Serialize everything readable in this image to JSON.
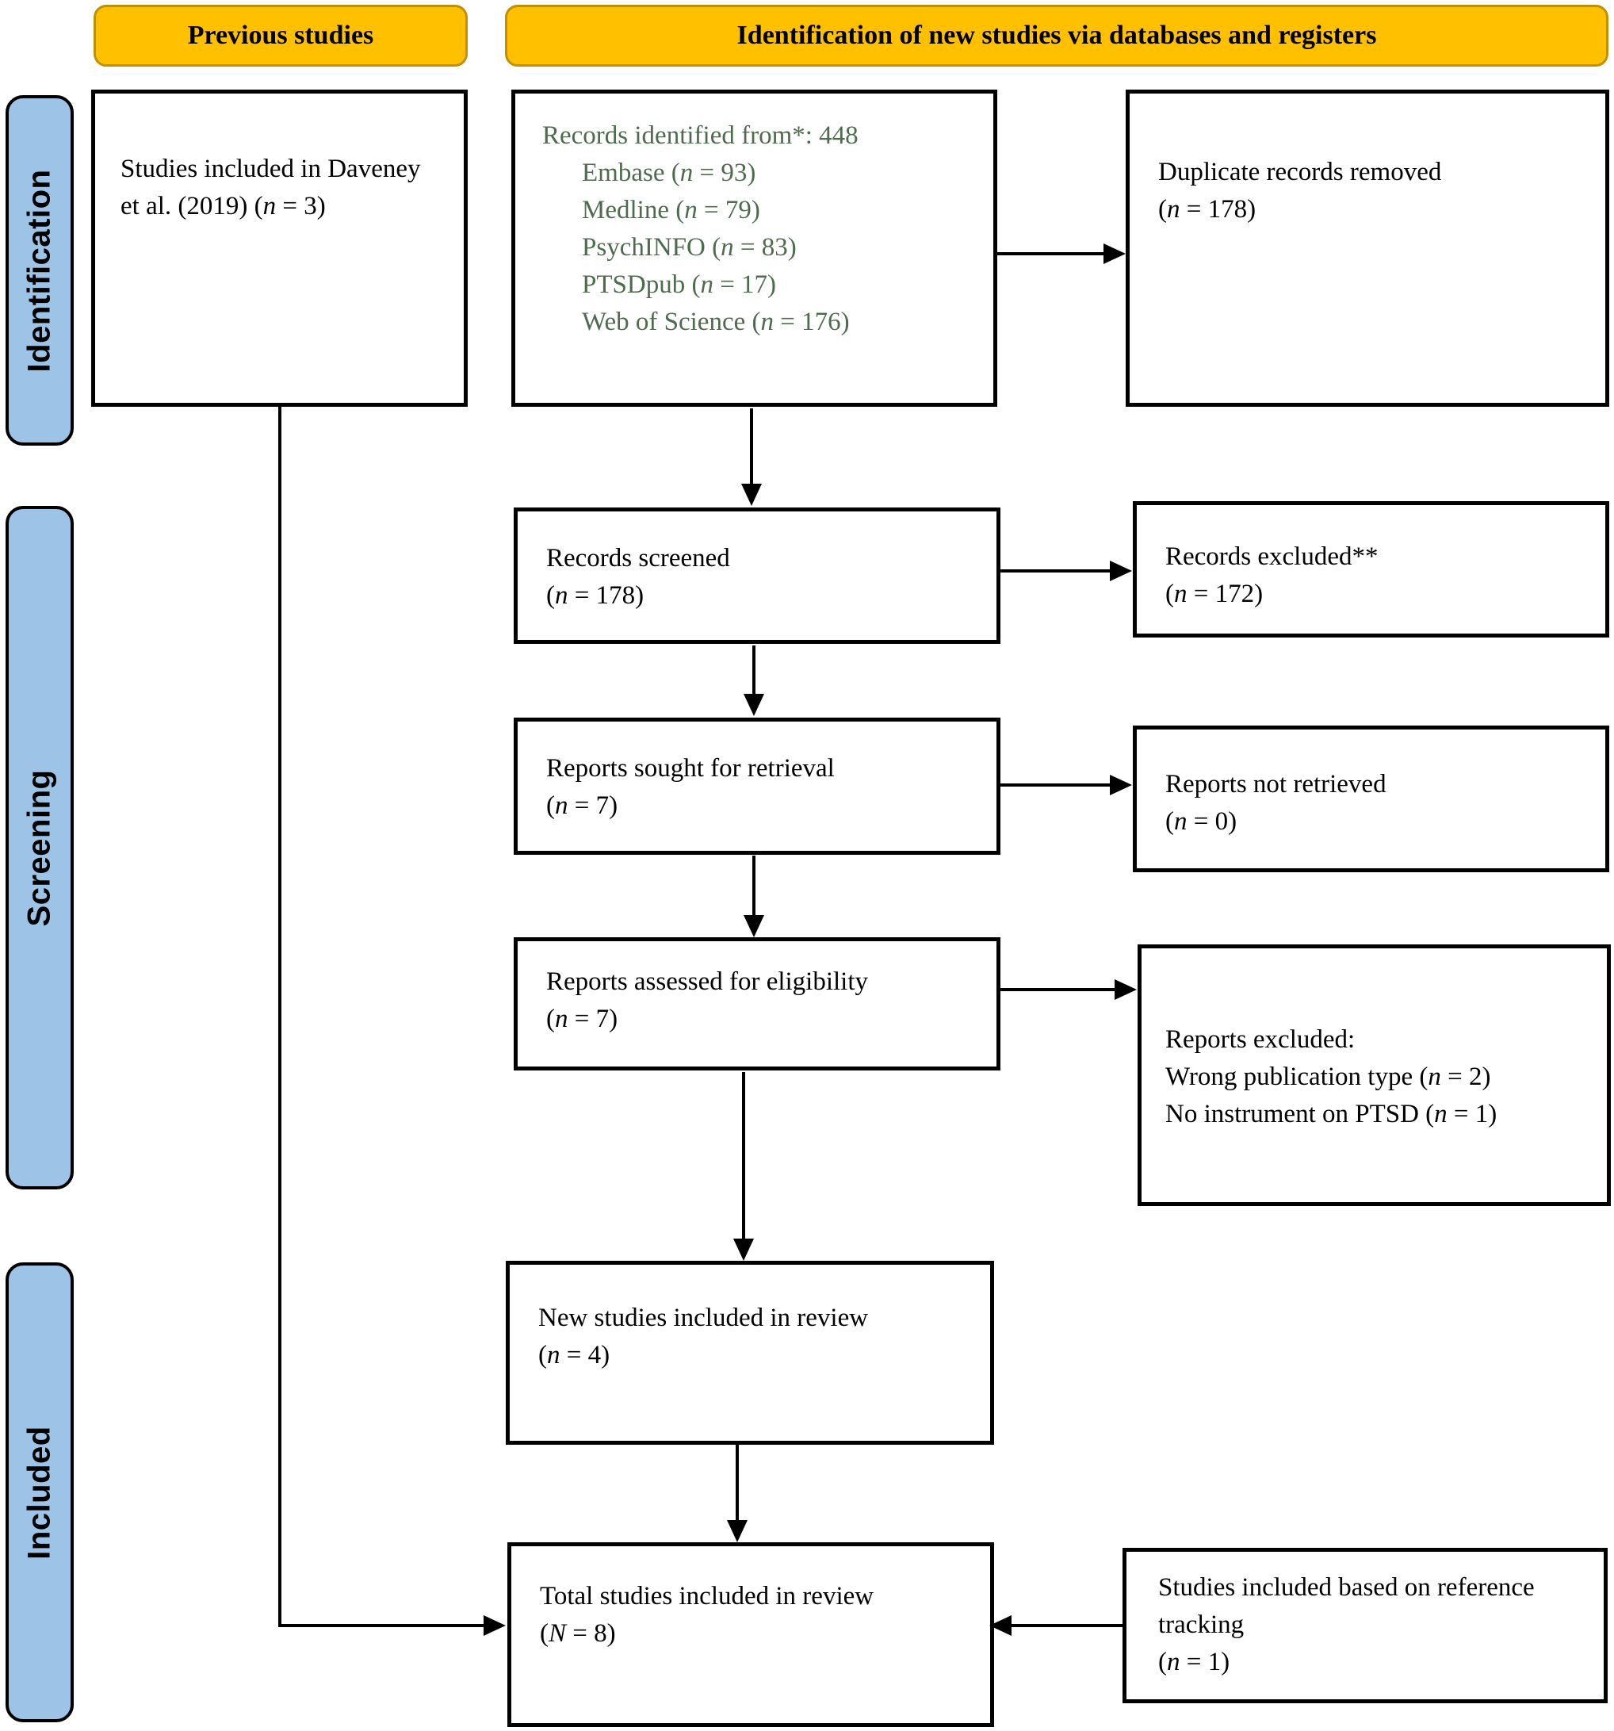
{
  "palette": {
    "header_fill": "#FFC000",
    "header_border": "#BF9000",
    "stage_fill": "#9DC3E6",
    "box_border": "#000000",
    "identified_text_green": "#4E6B4E",
    "background": "#FFFFFF"
  },
  "headers": {
    "previous": "Previous studies",
    "new_studies": "Identification of new studies via databases and registers"
  },
  "stages": [
    {
      "label": "Identification"
    },
    {
      "label": "Screening"
    },
    {
      "label": "Included"
    }
  ],
  "boxes": {
    "previous_studies": {
      "text": "Studies included in Daveney et al. (2019) (n = 3)"
    },
    "records_identified": {
      "intro": "Records identified from*: 448",
      "sources": [
        "Embase (n = 93)",
        "Medline (n = 79)",
        "PsychINFO (n = 83)",
        "PTSDpub (n = 17)",
        "Web of Science (n = 176)"
      ]
    },
    "duplicates_removed": {
      "label": "Duplicate records removed",
      "count": "(n = 178)"
    },
    "records_screened": {
      "label": "Records screened",
      "count": "(n = 178)"
    },
    "records_excluded": {
      "label": "Records excluded**",
      "count": "(n = 172)"
    },
    "reports_sought": {
      "label": "Reports sought for retrieval",
      "count": "(n = 7)"
    },
    "reports_not_retrieved": {
      "label": "Reports not retrieved",
      "count": "(n = 0)"
    },
    "reports_assessed": {
      "label": "Reports assessed for eligibility",
      "count": "(n = 7)"
    },
    "reports_excluded": {
      "heading": "Reports excluded:",
      "reasons": [
        "Wrong publication type (n = 2)",
        "No instrument on PTSD (n = 1)"
      ]
    },
    "new_studies_included": {
      "label": "New studies included in review",
      "count": "(n = 4)"
    },
    "total_studies_included": {
      "label": "Total studies included in review",
      "count": "(N = 8)"
    },
    "reference_tracking": {
      "label": "Studies included based on reference tracking",
      "count": "(n = 1)"
    }
  }
}
